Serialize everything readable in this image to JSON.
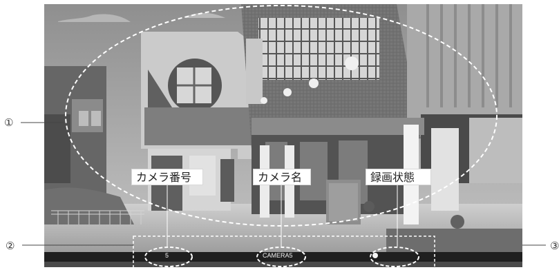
{
  "image": {
    "screen_labels": {
      "camera_number": "カメラ番号",
      "camera_name": "カメラ名",
      "recording_status": "録画状態"
    },
    "callouts": {
      "one": "①",
      "two": "②",
      "three": "③"
    },
    "osd": {
      "camera_number": "5",
      "camera_name": "CAMERA5",
      "status_icon": "recording-dot-icon"
    }
  }
}
